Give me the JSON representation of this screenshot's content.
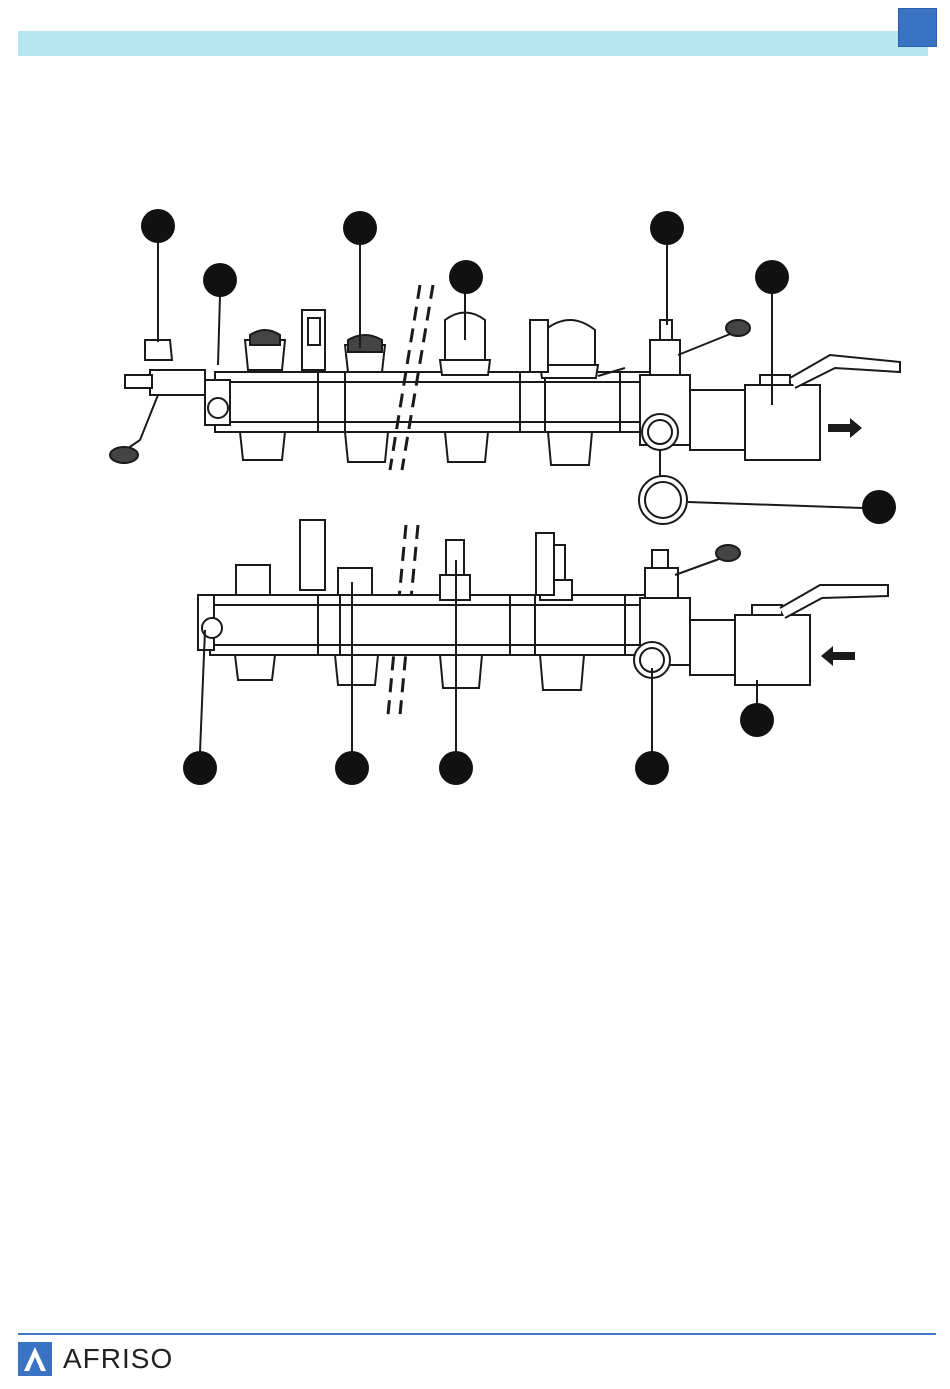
{
  "header": {
    "band_color": "#b7e6f3",
    "tab_color": "#3a73c4"
  },
  "figure": {
    "callouts": [
      {
        "id": "callout-1"
      },
      {
        "id": "callout-2"
      },
      {
        "id": "callout-3"
      },
      {
        "id": "callout-4"
      },
      {
        "id": "callout-5"
      },
      {
        "id": "callout-6"
      },
      {
        "id": "callout-7"
      },
      {
        "id": "callout-8"
      },
      {
        "id": "callout-9"
      },
      {
        "id": "callout-10"
      },
      {
        "id": "callout-11"
      },
      {
        "id": "callout-12"
      },
      {
        "id": "callout-13"
      }
    ],
    "flow_out_arrow": "arrow-right-icon",
    "flow_in_arrow": "arrow-left-icon"
  },
  "footer": {
    "brand": "AFRISO",
    "rule_color": "#3f78c4",
    "logo_color": "#3a73c4"
  }
}
